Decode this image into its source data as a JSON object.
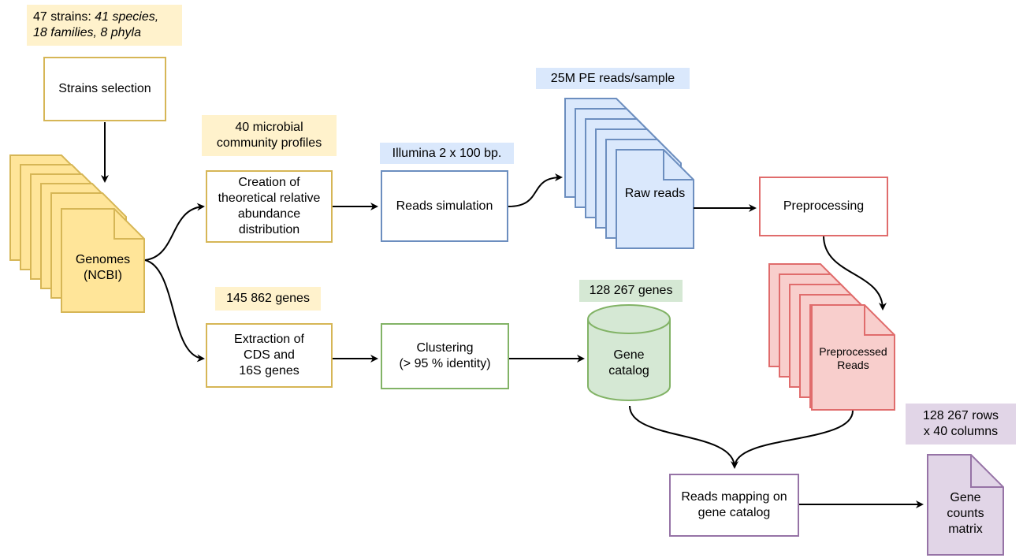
{
  "tags": {
    "strains_count": "47 strains: ",
    "strains_detail_1": "41 species,",
    "strains_detail_2": "18 families, 8 phyla",
    "community_profiles": "40 microbial\ncommunity profiles",
    "illumina": "Illumina 2 x 100 bp.",
    "reads_per_sample": "25M PE reads/sample",
    "genes_count": "145 862 genes",
    "catalog_genes": "128 267 genes",
    "matrix_size": "128 267 rows\nx 40 columns"
  },
  "nodes": {
    "strains_selection": "Strains selection",
    "genomes": "Genomes\n(NCBI)",
    "creation_distribution": "Creation of\ntheoretical relative\nabundance\ndistribution",
    "reads_simulation": "Reads simulation",
    "raw_reads": "Raw reads",
    "preprocessing": "Preprocessing",
    "extraction": "Extraction of\nCDS and\n16S  genes",
    "clustering": "Clustering\n(> 95 % identity)",
    "gene_catalog": "Gene\ncatalog",
    "preprocessed_reads": "Preprocessed\nReads",
    "reads_mapping": "Reads mapping on\ngene catalog",
    "gene_counts": "Gene\ncounts\nmatrix"
  },
  "colors": {
    "yellow_stroke": "#d6b656",
    "yellow_fill": "#fff2cc",
    "yellow_doc_fill": "#ffe599",
    "blue_stroke": "#6c8ebf",
    "blue_fill": "#dae8fc",
    "red_stroke": "#e06c6c",
    "red_fill": "#f8cecc",
    "green_stroke": "#82b366",
    "green_fill": "#d5e8d4",
    "purple_stroke": "#9673a6",
    "purple_fill": "#e1d5e7"
  }
}
